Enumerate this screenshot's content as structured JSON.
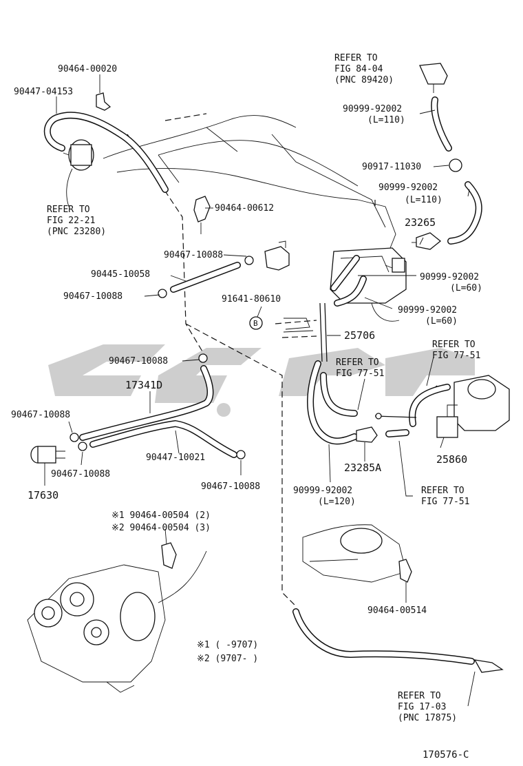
{
  "labels": {
    "p90464_00020": "90464-00020",
    "p90447_04153": "90447-04153",
    "ref_22_21_a": "REFER TO",
    "ref_22_21_b": "FIG 22-21",
    "ref_22_21_c": "(PNC 23280)",
    "p90464_00612": "90464-00612",
    "p90467_10088_a": "90467-10088",
    "p90445_10058": "90445-10058",
    "p90467_10088_b": "90467-10088",
    "p91641_80610": "91641-80610",
    "p90467_10088_c": "90467-10088",
    "p17341D": "17341D",
    "p90467_10088_d": "90467-10088",
    "p90447_10021": "90447-10021",
    "p90467_10088_e": "90467-10088",
    "p90467_10088_f": "90467-10088",
    "p17630": "17630",
    "ref_84_04_a": "REFER TO",
    "ref_84_04_b": "FIG 84-04",
    "ref_84_04_c": "(PNC 89420)",
    "p90999_92002_a": "90999-92002",
    "len_a": "(L=110)",
    "p90917_11030": "90917-11030",
    "p90999_92002_b": "90999-92002",
    "len_b": "(L=110)",
    "p23265": "23265",
    "p90999_92002_c": "90999-92002",
    "len_c": "(L=60)",
    "p90999_92002_d": "90999-92002",
    "len_d": "(L=60)",
    "p25706": "25706",
    "ref_77_51_a1": "REFER TO",
    "ref_77_51_a2": "FIG 77-51",
    "ref_77_51_b1": "REFER TO",
    "ref_77_51_b2": "FIG 77-51",
    "p25860": "25860",
    "p23285A": "23285A",
    "ref_77_51_c1": "REFER TO",
    "ref_77_51_c2": "FIG 77-51",
    "p90999_92002_e": "90999-92002",
    "len_e": "(L=120)",
    "note1_part": "※1 90464-00504 (2)",
    "note2_part": "※2 90464-00504 (3)",
    "p90464_00514": "90464-00514",
    "legend1": "※1 (      -9707)",
    "legend2": "※2 (9707-      )",
    "ref_17_03_a": "REFER TO",
    "ref_17_03_b": "FIG 17-03",
    "ref_17_03_c": "(PNC 17875)",
    "marker_b": "B",
    "fig_code": "170576-C"
  },
  "icons": {
    "watermark": "watermark-logo",
    "circle_marker": "circled-letter-marker"
  },
  "colors": {
    "line": "#111111",
    "watermark": "#bdbdbd",
    "background": "#ffffff"
  }
}
